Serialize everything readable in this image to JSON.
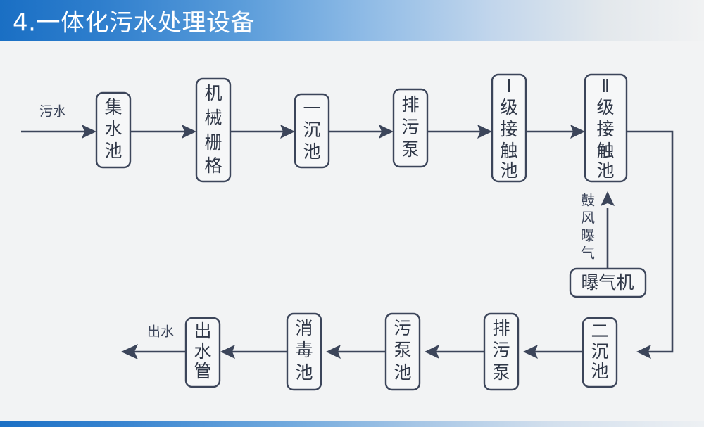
{
  "page": {
    "title": "4.一体化污水处理设备",
    "background_color": "#f2f3f4",
    "accent_color": "#1a6fc4",
    "node_border_color": "#3c455a",
    "node_fill_color": "#f6f7f8",
    "text_color": "#2f3747"
  },
  "diagram": {
    "type": "process-flowchart",
    "orientation": "serpentine-two-rows",
    "top_row": [
      {
        "id": "collection-tank",
        "label": "集水池",
        "chars": [
          "集",
          "水",
          "池"
        ]
      },
      {
        "id": "mechanical-grating",
        "label": "机械栅格",
        "chars": [
          "机",
          "械",
          "栅",
          "格"
        ]
      },
      {
        "id": "primary-settling-tank",
        "label": "一沉池",
        "chars": [
          "一",
          "沉",
          "池"
        ]
      },
      {
        "id": "sewage-pump-top",
        "label": "排污泵",
        "chars": [
          "排",
          "污",
          "泵"
        ]
      },
      {
        "id": "contact-tank-1",
        "label": "Ⅰ级接触池",
        "chars": [
          "Ⅰ",
          "级",
          "接",
          "触",
          "池"
        ]
      },
      {
        "id": "contact-tank-2",
        "label": "Ⅱ级接触池",
        "chars": [
          "Ⅱ",
          "级",
          "接",
          "触",
          "池"
        ]
      }
    ],
    "bottom_row": [
      {
        "id": "outlet-pipe",
        "label": "出水管",
        "chars": [
          "出",
          "水",
          "管"
        ]
      },
      {
        "id": "disinfection-tank",
        "label": "消毒池",
        "chars": [
          "消",
          "毒",
          "池"
        ]
      },
      {
        "id": "sludge-pump-tank",
        "label": "污泵池",
        "chars": [
          "污",
          "泵",
          "池"
        ]
      },
      {
        "id": "sewage-pump-bottom",
        "label": "排污泵",
        "chars": [
          "排",
          "污",
          "泵"
        ]
      },
      {
        "id": "secondary-settling-tank",
        "label": "二沉池",
        "chars": [
          "二",
          "沉",
          "池"
        ]
      }
    ],
    "aux_nodes": [
      {
        "id": "aerator",
        "label": "曝气机"
      }
    ],
    "edge_labels": {
      "inlet": "污水",
      "outlet": "出水",
      "aeration": "鼓风曝气",
      "aeration_chars": [
        "鼓",
        "风",
        "曝",
        "气"
      ]
    }
  }
}
